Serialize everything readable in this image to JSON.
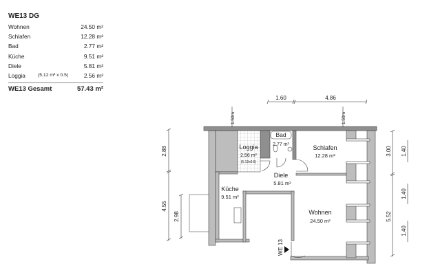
{
  "legend": {
    "title": "WE13  DG",
    "rows": [
      {
        "label": "Wohnen",
        "note": "",
        "value": "24.50 m²"
      },
      {
        "label": "Schlafen",
        "note": "",
        "value": "12.28 m²"
      },
      {
        "label": "Bad",
        "note": "",
        "value": "2.77 m²"
      },
      {
        "label": "Küche",
        "note": "",
        "value": "9.51 m²"
      },
      {
        "label": "Diele",
        "note": "",
        "value": "5.81 m²"
      },
      {
        "label": "Loggia",
        "note": "(5.12 m² x 0.5)",
        "value": "2.56 m²"
      }
    ],
    "total_label": "WE13  Gesamt",
    "total_value": "57.43 m²"
  },
  "plan": {
    "rooms": {
      "loggia": {
        "name": "Loggia",
        "area": "2.56 m²",
        "note": "(5.12x0.5)"
      },
      "bad": {
        "name": "Bad",
        "area": "2.77 m²"
      },
      "schlafen": {
        "name": "Schlafen",
        "area": "12.28 m²"
      },
      "diele": {
        "name": "Diele",
        "area": "5.81 m²"
      },
      "kueche": {
        "name": "Küche",
        "area": "9.51 m²"
      },
      "wohnen": {
        "name": "Wohnen",
        "area": "24.50 m²"
      }
    },
    "entrance_label": "WE 13",
    "dimensions": {
      "top_1": "1.60",
      "top_2": "4.86",
      "setback_1": "1.50m",
      "setback_2": "1.50m",
      "left_1": "2.88",
      "left_2": "4.55",
      "balcony": "2.98",
      "right_1": "3.00",
      "right_2": "5.52",
      "window_1": "1.40",
      "window_2": "1.40",
      "window_3": "1.40"
    },
    "colors": {
      "wall": "#8f8f8f",
      "wall_fill": "#bdbdbd",
      "line": "#333333"
    }
  }
}
